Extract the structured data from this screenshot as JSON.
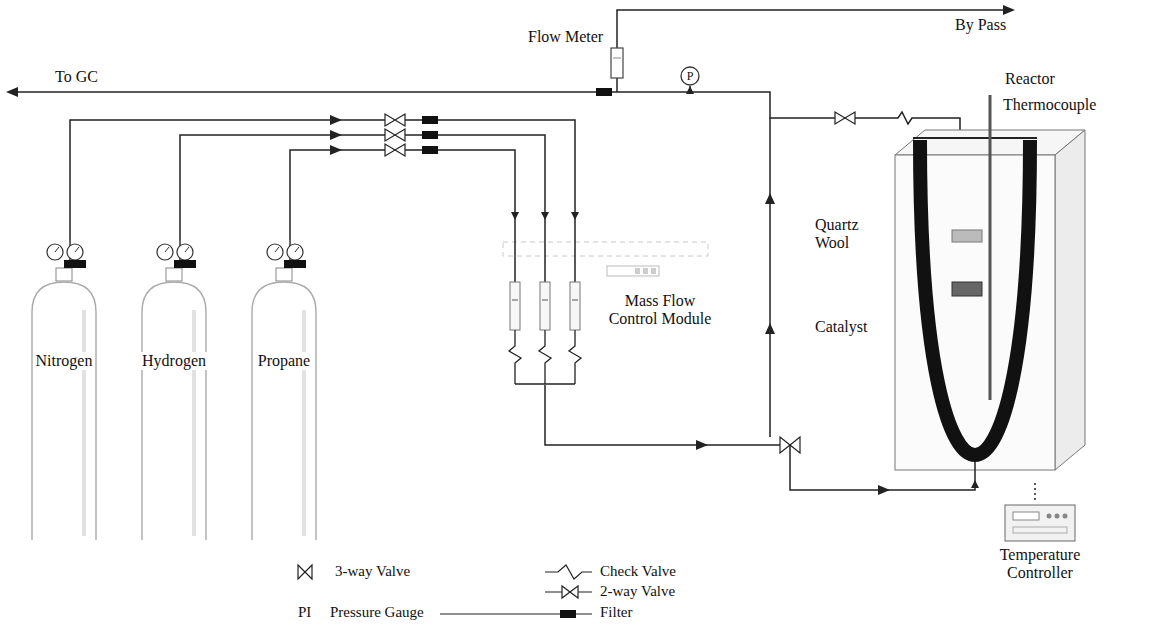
{
  "diagram": {
    "nodes": [
      {
        "text": [
          "Nitrogen"
        ]
      },
      {
        "text": [
          "Hydrogen"
        ]
      },
      {
        "text": [
          "Propane"
        ]
      },
      {
        "text": [
          "Mass Flow Control Module"
        ]
      },
      {
        "text": [
          "Reactor"
        ]
      },
      {
        "text": [
          "P"
        ]
      },
      {
        "text": [
          "Temperature Controller"
        ]
      }
    ],
    "edges": [
      {
        "from": 0,
        "to": 3,
        "arrow": "to"
      },
      {
        "from": 1,
        "to": 3,
        "arrow": "to"
      },
      {
        "from": 2,
        "to": 3,
        "arrow": "to"
      },
      {
        "from": 3,
        "to": 4,
        "arrow": "to"
      },
      {
        "from": 4,
        "to": 5,
        "arrow": "to"
      },
      {
        "from": 6,
        "to": 4,
        "arrow": "none"
      }
    ],
    "labels": [
      "By Pass",
      "Flow Meter",
      "To GC",
      "Thermocouple",
      "Quartz Wool",
      "Catalyst",
      "PI"
    ],
    "legend": [
      {
        "text": "3-way Valve"
      },
      {
        "text": "Check Valve"
      },
      {
        "text": "2-way Valve"
      },
      {
        "text": "Pressure Gauge"
      },
      {
        "text": "Filter"
      }
    ]
  }
}
